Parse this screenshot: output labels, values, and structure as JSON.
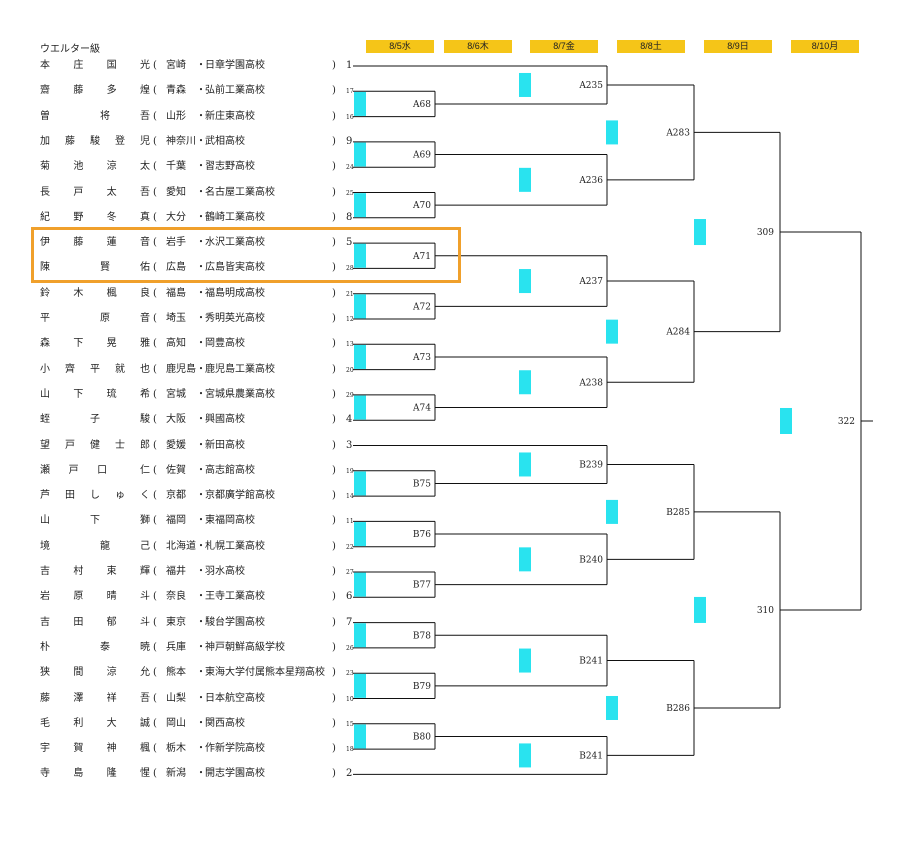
{
  "title": "ウエルター級",
  "dates": [
    "8/5水",
    "8/6木",
    "8/7金",
    "8/8土",
    "8/9日",
    "8/10月"
  ],
  "entries": [
    {
      "name": "本　庄　国　光",
      "pref": "宮崎",
      "school": "日章学園高校",
      "seed": "1"
    },
    {
      "name": "齋　藤　多　煌",
      "pref": "青森",
      "school": "弘前工業高校",
      "seed": "17"
    },
    {
      "name": "曽　　将　吾",
      "pref": "山形",
      "school": "新庄東高校",
      "seed": "16"
    },
    {
      "name": "加　藤　駿　登　児",
      "pref": "神奈川",
      "school": "武相高校",
      "seed": "9"
    },
    {
      "name": "菊　池　涼　太",
      "pref": "千葉",
      "school": "習志野高校",
      "seed": "24"
    },
    {
      "name": "長　戸　太　吾",
      "pref": "愛知",
      "school": "名古屋工業高校",
      "seed": "25"
    },
    {
      "name": "紀　野　冬　真",
      "pref": "大分",
      "school": "鶴崎工業高校",
      "seed": "8"
    },
    {
      "name": "伊　藤　蓮　音",
      "pref": "岩手",
      "school": "水沢工業高校",
      "seed": "5"
    },
    {
      "name": "陳　　賢　佑",
      "pref": "広島",
      "school": "広島皆実高校",
      "seed": "28"
    },
    {
      "name": "鈴　木　楓　良",
      "pref": "福島",
      "school": "福島明成高校",
      "seed": "21"
    },
    {
      "name": "平　　原　音",
      "pref": "埼玉",
      "school": "秀明英光高校",
      "seed": "12"
    },
    {
      "name": "森　下　晃　雅",
      "pref": "高知",
      "school": "岡豊高校",
      "seed": "13"
    },
    {
      "name": "小　齊　平　就　也",
      "pref": "鹿児島",
      "school": "鹿児島工業高校",
      "seed": "20"
    },
    {
      "name": "山　下　琉　希",
      "pref": "宮城",
      "school": "宮城県農業高校",
      "seed": "29"
    },
    {
      "name": "蛭　　子　　駿",
      "pref": "大阪",
      "school": "興國高校",
      "seed": "4"
    },
    {
      "name": "望　戸　健　士　郎",
      "pref": "愛媛",
      "school": "新田高校",
      "seed": "3"
    },
    {
      "name": "瀬　戸　口　　仁",
      "pref": "佐賀",
      "school": "高志館高校",
      "seed": "19"
    },
    {
      "name": "芦　田　し　ゅ　く",
      "pref": "京都",
      "school": "京都廣学館高校",
      "seed": "14"
    },
    {
      "name": "山　　下　　獅",
      "pref": "福岡",
      "school": "東福岡高校",
      "seed": "11"
    },
    {
      "name": "境　　龍　己",
      "pref": "北海道",
      "school": "札幌工業高校",
      "seed": "22"
    },
    {
      "name": "吉　村　束　輝",
      "pref": "福井",
      "school": "羽水高校",
      "seed": "27"
    },
    {
      "name": "岩　原　晴　斗",
      "pref": "奈良",
      "school": "王寺工業高校",
      "seed": "6"
    },
    {
      "name": "吉　田　郁　斗",
      "pref": "東京",
      "school": "駿台学園高校",
      "seed": "7"
    },
    {
      "name": "朴　　泰　暁",
      "pref": "兵庫",
      "school": "神戸朝鮮高級学校",
      "seed": "26"
    },
    {
      "name": "狭　間　涼　允",
      "pref": "熊本",
      "school": "東海大学付属熊本星翔高校",
      "seed": "23"
    },
    {
      "name": "藤　澤　祥　吾",
      "pref": "山梨",
      "school": "日本航空高校",
      "seed": "10"
    },
    {
      "name": "毛　利　大　誠",
      "pref": "岡山",
      "school": "関西高校",
      "seed": "15"
    },
    {
      "name": "宇　賀　神　楓",
      "pref": "栃木",
      "school": "作新学院高校",
      "seed": "18"
    },
    {
      "name": "寺　島　隆　惺",
      "pref": "新潟",
      "school": "開志学園高校",
      "seed": "2"
    }
  ],
  "rounds": {
    "r1": [
      "A68",
      "A69",
      "A70",
      "A71",
      "A72",
      "A73",
      "A74",
      "B75",
      "B76",
      "B77",
      "B78",
      "B79",
      "B80"
    ],
    "r2": [
      "A235",
      "A236",
      "A237",
      "A238",
      "B239",
      "B240",
      "B241",
      "B241"
    ],
    "r3": [
      "A283",
      "A284",
      "B285",
      "B286"
    ],
    "sf": [
      "309",
      "310"
    ],
    "final": "322"
  },
  "colors": {
    "date_header": "#f5c518",
    "marker": "#29e3ef",
    "highlight": "#f0a02b"
  }
}
